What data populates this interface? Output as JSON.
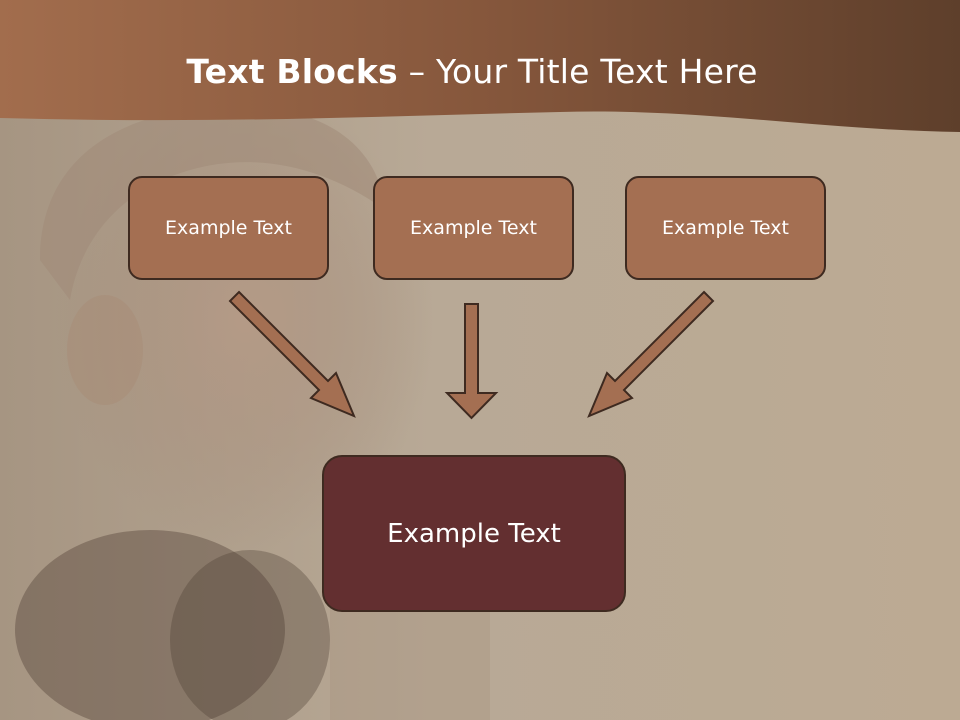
{
  "title": {
    "bold": "Text Blocks",
    "dash": "–",
    "rest": "Your Title Text Here"
  },
  "boxes": {
    "top": [
      "Example Text",
      "Example Text",
      "Example Text"
    ],
    "main": "Example Text"
  },
  "colors": {
    "header_band": "#8a5a3e",
    "top_box_fill": "#a46f52",
    "main_box_fill": "#632f30",
    "arrow_fill": "#a46f52",
    "outline": "#3e2a20",
    "text": "#ffffff"
  }
}
